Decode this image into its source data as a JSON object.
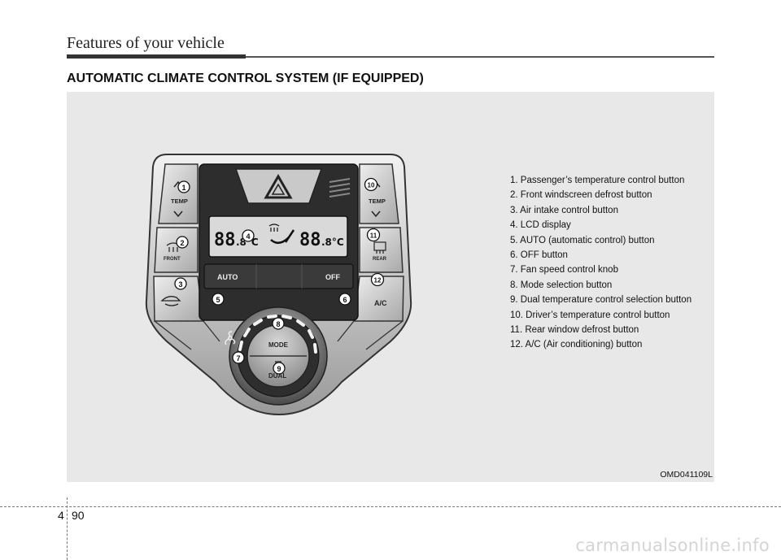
{
  "header": {
    "title": "Features of your vehicle"
  },
  "section": {
    "title": "AUTOMATIC CLIMATE CONTROL SYSTEM (IF EQUIPPED)"
  },
  "panel": {
    "lcd_left": "88",
    "lcd_left_small": ".8°C",
    "lcd_right": "88",
    "lcd_right_small": ".8°C",
    "temp_label": "TEMP",
    "front_label": "FRONT",
    "rear_label": "REAR",
    "ac_label": "A/C",
    "auto_label": "AUTO",
    "off_label": "OFF",
    "mode_label": "MODE",
    "dual_label": "DUAL",
    "callouts": [
      "1",
      "2",
      "3",
      "4",
      "5",
      "6",
      "7",
      "8",
      "9",
      "10",
      "11",
      "12"
    ]
  },
  "legend": {
    "items": [
      "1. Passenger’s temperature control button",
      "2. Front windscreen defrost button",
      "3. Air intake control button",
      "4. LCD display",
      "5. AUTO (automatic control) button",
      "6. OFF button",
      "7. Fan speed control knob",
      "8. Mode selection button",
      "9. Dual temperature control selection button",
      "10. Driver’s temperature control button",
      "11. Rear window defrost button",
      "12. A/C (Air conditioning) button"
    ]
  },
  "figure": {
    "code": "OMD041109L"
  },
  "footer": {
    "chapter": "4",
    "page": "90"
  },
  "watermark": {
    "text": "carmanualsonline.info"
  }
}
